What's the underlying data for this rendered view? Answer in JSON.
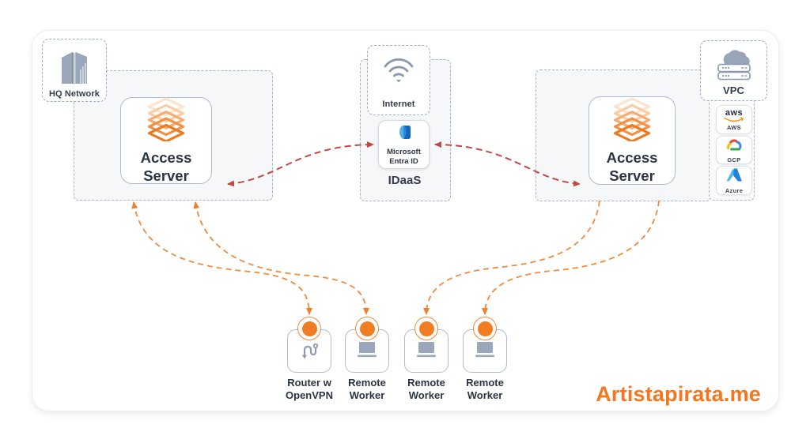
{
  "colors": {
    "accent_orange": "#ee7d23",
    "arrow_orange": "#f18a3d",
    "arrow_red": "#bf4a42",
    "icon_gray": "#97a3b6",
    "text_navy": "#2c3443",
    "watermark_orange": "#f4771f"
  },
  "hq": {
    "label": "HQ Network"
  },
  "internet": {
    "label": "Internet"
  },
  "vpc": {
    "label": "VPC"
  },
  "idaas": {
    "label": "IDaaS"
  },
  "entra": {
    "line1": "Microsoft",
    "line2": "Entra ID"
  },
  "access_left": {
    "line1": "Access",
    "line2": "Server"
  },
  "access_right": {
    "line1": "Access",
    "line2": "Server"
  },
  "clouds": [
    {
      "label": "AWS",
      "logo_text": "aws"
    },
    {
      "label": "GCP"
    },
    {
      "label": "Azure"
    }
  ],
  "endpoints": [
    {
      "line1": "Router w",
      "line2": "OpenVPN"
    },
    {
      "line1": "Remote",
      "line2": "Worker"
    },
    {
      "line1": "Remote",
      "line2": "Worker"
    },
    {
      "line1": "Remote",
      "line2": "Worker"
    }
  ],
  "watermark": {
    "text": "Artistapirata.me"
  }
}
